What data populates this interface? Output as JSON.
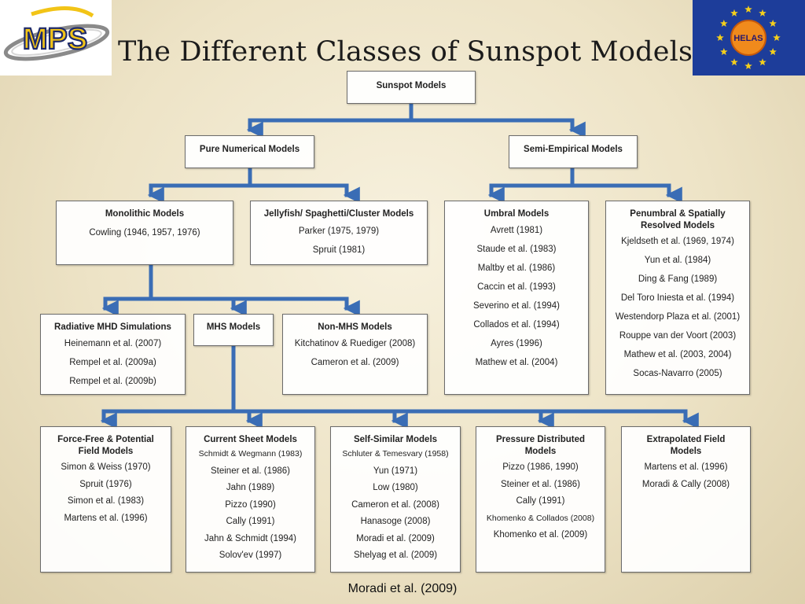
{
  "page": {
    "title": "The Different Classes of Sunspot Models",
    "footer": "Moradi et al. (2009)"
  },
  "logos": {
    "left": "MPS",
    "right": "HELAS"
  },
  "colors": {
    "connector": "#3a6db5",
    "eu_blue": "#1d3d9a",
    "eu_star": "#f4cf1c",
    "mps_yellow": "#f2c417"
  },
  "nodes": {
    "root": {
      "title": "Sunspot Models",
      "items": []
    },
    "pure_numerical": {
      "title": "Pure Numerical Models",
      "items": []
    },
    "semi_empirical": {
      "title": "Semi-Empirical Models",
      "items": []
    },
    "monolithic": {
      "title": "Monolithic Models",
      "items": [
        "Cowling (1946, 1957, 1976)"
      ]
    },
    "jellyfish": {
      "title": "Jellyfish/ Spaghetti/Cluster Models",
      "items": [
        "Parker (1975, 1979)",
        "Spruit (1981)"
      ]
    },
    "umbral": {
      "title": "Umbral Models",
      "items": [
        "Avrett (1981)",
        "Staude et al. (1983)",
        "Maltby et al. (1986)",
        "Caccin et al. (1993)",
        "Severino et al. (1994)",
        "Collados et al. (1994)",
        "Ayres (1996)",
        "Mathew et al. (2004)"
      ]
    },
    "penumbral": {
      "title": "Penumbral & Spatially Resolved Models",
      "items": [
        "Kjeldseth et al. (1969, 1974)",
        "Yun et al. (1984)",
        "Ding & Fang (1989)",
        "Del Toro Iniesta et al. (1994)",
        "Westendorp Plaza et al. (2001)",
        "Rouppe van der Voort (2003)",
        "Mathew et al. (2003, 2004)",
        "Socas-Navarro (2005)"
      ]
    },
    "radiative_mhd": {
      "title": "Radiative MHD Simulations",
      "items": [
        "Heinemann et al. (2007)",
        "Rempel et al. (2009a)",
        "Rempel et al. (2009b)"
      ]
    },
    "mhs": {
      "title": "MHS Models",
      "items": []
    },
    "non_mhs": {
      "title": "Non-MHS Models",
      "items": [
        "Kitchatinov & Ruediger (2008)",
        "Cameron et al. (2009)"
      ]
    },
    "force_free": {
      "title": "Force-Free & Potential Field Models",
      "items": [
        "Simon & Weiss (1970)",
        "Spruit (1976)",
        "Simon et al. (1983)",
        "Martens et al. (1996)"
      ]
    },
    "current_sheet": {
      "title": "Current Sheet Models",
      "items": [
        "Schmidt & Wegmann (1983)",
        "Steiner et al. (1986)",
        "Jahn (1989)",
        "Pizzo (1990)",
        "Cally (1991)",
        "Jahn & Schmidt (1994)",
        "Solov'ev (1997)"
      ]
    },
    "self_similar": {
      "title": "Self-Similar Models",
      "items": [
        "Schluter & Temesvary (1958)",
        "Yun (1971)",
        "Low (1980)",
        "Cameron et al. (2008)",
        "Hanasoge (2008)",
        "Moradi et al. (2009)",
        "Shelyag et al. (2009)"
      ]
    },
    "pressure_distributed": {
      "title": "Pressure Distributed Models",
      "items": [
        "Pizzo (1986, 1990)",
        "Steiner et al. (1986)",
        "Cally (1991)",
        "Khomenko & Collados (2008)",
        "Khomenko et al. (2009)"
      ]
    },
    "extrapolated_field": {
      "title": "Extrapolated Field Models",
      "items": [
        "Martens et al. (1996)",
        "Moradi & Cally (2008)"
      ]
    }
  }
}
